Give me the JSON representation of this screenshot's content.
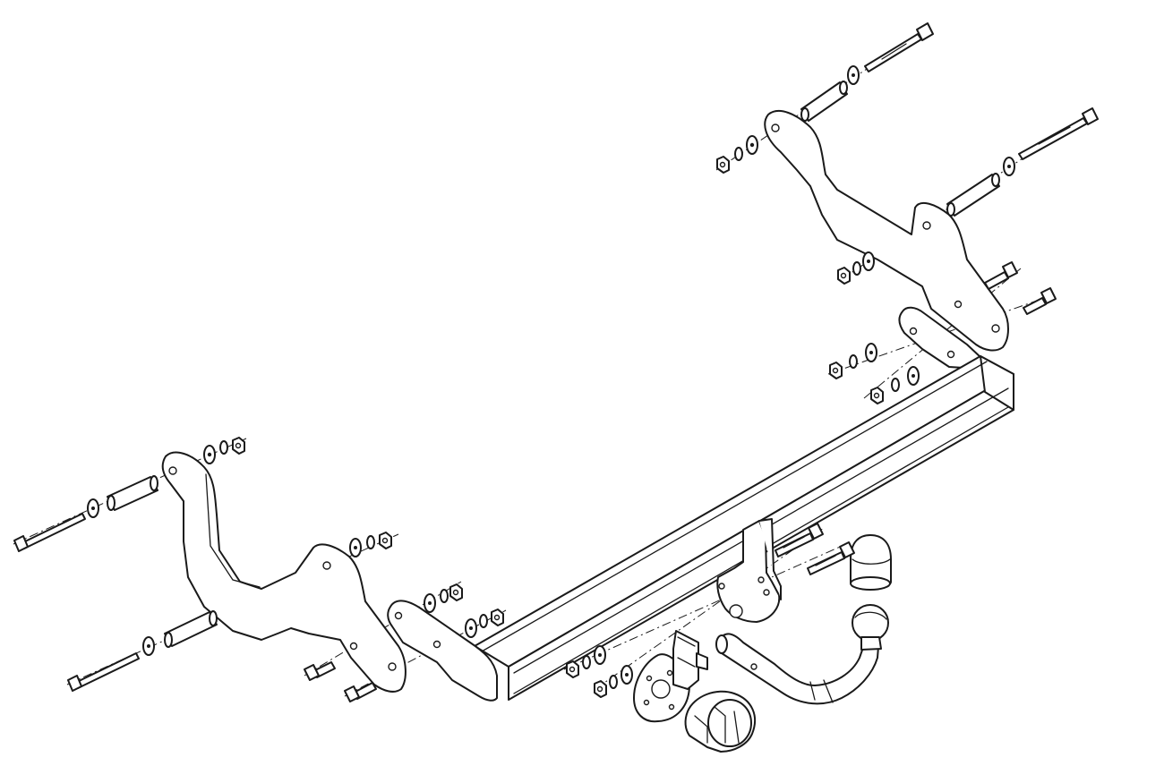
{
  "diagram": {
    "kind": "exploded-assembly",
    "subject": "tow bar",
    "colors": {
      "line": "#1a1a1a",
      "background": "#ffffff"
    },
    "parts": [
      "cross-beam",
      "right-bracket",
      "left-bracket",
      "right-side-plate",
      "left-side-plate",
      "long-bolt",
      "spacer-tube",
      "washer",
      "nut",
      "short-bolt",
      "tow-ball",
      "ball-cap",
      "tow-neck",
      "socket-plate",
      "electrical-socket"
    ]
  }
}
